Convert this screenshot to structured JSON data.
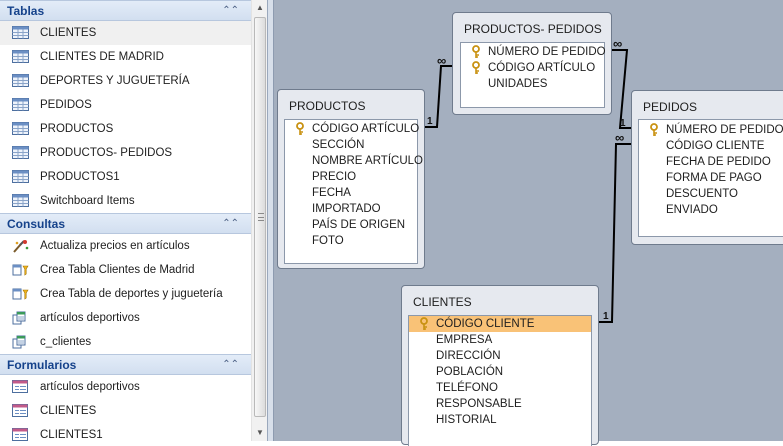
{
  "nav": {
    "groups": [
      {
        "title": "Tablas",
        "items": [
          {
            "label": "CLIENTES",
            "icon": "table-icon"
          },
          {
            "label": "CLIENTES DE MADRID",
            "icon": "table-icon"
          },
          {
            "label": "DEPORTES Y JUGUETERÍA",
            "icon": "table-icon"
          },
          {
            "label": "PEDIDOS",
            "icon": "table-icon"
          },
          {
            "label": "PRODUCTOS",
            "icon": "table-icon"
          },
          {
            "label": "PRODUCTOS- PEDIDOS",
            "icon": "table-icon"
          },
          {
            "label": "PRODUCTOS1",
            "icon": "table-icon"
          },
          {
            "label": "Switchboard Items",
            "icon": "table-icon"
          }
        ]
      },
      {
        "title": "Consultas",
        "items": [
          {
            "label": "Actualiza precios en artículos",
            "icon": "update-query-icon"
          },
          {
            "label": "Crea Tabla Clientes de Madrid",
            "icon": "make-table-query-icon"
          },
          {
            "label": "Crea Tabla de deportes y juguetería",
            "icon": "make-table-query-icon"
          },
          {
            "label": "artículos deportivos",
            "icon": "select-query-icon"
          },
          {
            "label": "c_clientes",
            "icon": "select-query-icon"
          }
        ]
      },
      {
        "title": "Formularios",
        "items": [
          {
            "label": "artículos deportivos",
            "icon": "form-icon"
          },
          {
            "label": "CLIENTES",
            "icon": "form-icon"
          },
          {
            "label": "CLIENTES1",
            "icon": "form-icon"
          }
        ]
      }
    ]
  },
  "relationships": {
    "tables": {
      "productos_pedidos": {
        "title": "PRODUCTOS- PEDIDOS",
        "fields": [
          {
            "name": "NÚMERO DE PEDIDO",
            "key": true
          },
          {
            "name": "CÓDIGO ARTÍCULO",
            "key": true
          },
          {
            "name": "UNIDADES",
            "key": false
          }
        ]
      },
      "productos": {
        "title": "PRODUCTOS",
        "fields": [
          {
            "name": "CÓDIGO ARTÍCULO",
            "key": true
          },
          {
            "name": "SECCIÓN",
            "key": false
          },
          {
            "name": "NOMBRE ARTÍCULO",
            "key": false
          },
          {
            "name": "PRECIO",
            "key": false
          },
          {
            "name": "FECHA",
            "key": false
          },
          {
            "name": "IMPORTADO",
            "key": false
          },
          {
            "name": "PAÍS DE ORIGEN",
            "key": false
          },
          {
            "name": "FOTO",
            "key": false
          }
        ]
      },
      "pedidos": {
        "title": "PEDIDOS",
        "fields": [
          {
            "name": "NÚMERO DE PEDIDO",
            "key": true
          },
          {
            "name": "CÓDIGO CLIENTE",
            "key": false
          },
          {
            "name": "FECHA DE PEDIDO",
            "key": false
          },
          {
            "name": "FORMA DE PAGO",
            "key": false
          },
          {
            "name": "DESCUENTO",
            "key": false
          },
          {
            "name": "ENVIADO",
            "key": false
          }
        ]
      },
      "clientes": {
        "title": "CLIENTES",
        "fields": [
          {
            "name": "CÓDIGO CLIENTE",
            "key": true,
            "selected": true
          },
          {
            "name": "EMPRESA",
            "key": false
          },
          {
            "name": "DIRECCIÓN",
            "key": false
          },
          {
            "name": "POBLACIÓN",
            "key": false
          },
          {
            "name": "TELÉFONO",
            "key": false
          },
          {
            "name": "RESPONSABLE",
            "key": false
          },
          {
            "name": "HISTORIAL",
            "key": false
          }
        ]
      }
    },
    "cardinality": {
      "one": "1",
      "many": "∞"
    }
  },
  "colors": {
    "canvas": "#a4afbf",
    "group_header_text": "#15428b",
    "selected_field": "#f9c277",
    "key_icon": "#d9a21b"
  }
}
